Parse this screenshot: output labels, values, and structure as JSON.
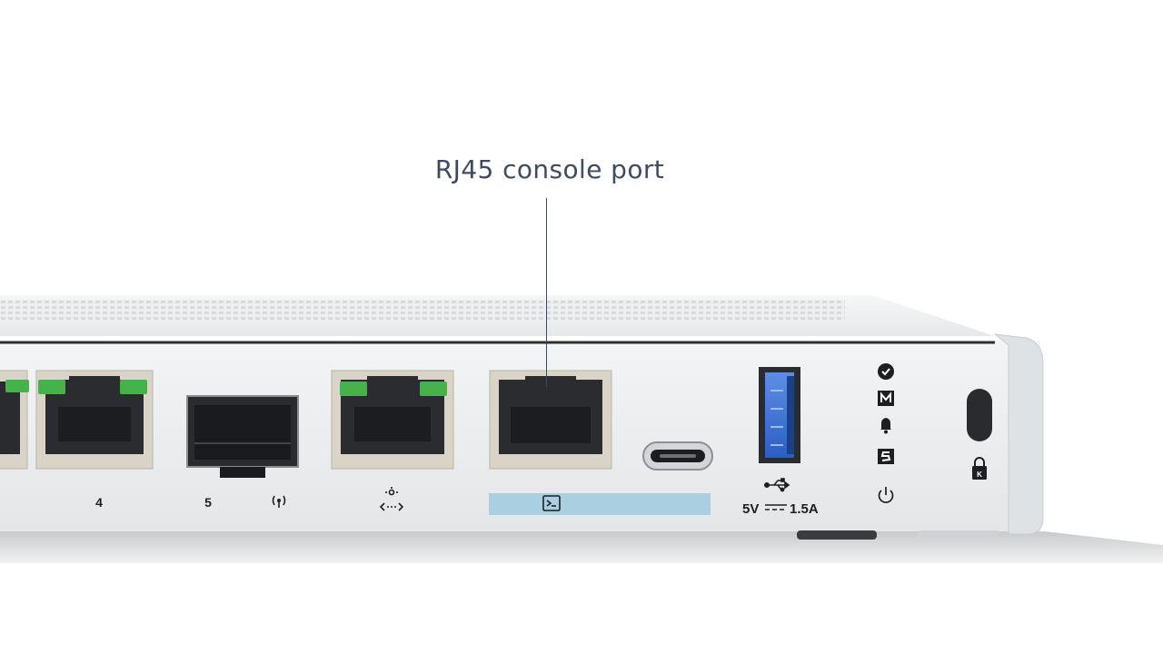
{
  "callout": {
    "label": "RJ45 console port"
  },
  "port_labels": {
    "port_4": "4",
    "port_5": "5",
    "usb_spec_left": "5V",
    "usb_spec_right": "1.5A"
  },
  "status_indicators": [
    "check-icon",
    "management-icon",
    "alert-bell-icon",
    "system-icon",
    "power-icon"
  ],
  "colors": {
    "chassis": "#eef0f2",
    "console_highlight": "#a9cfe0",
    "callout_text": "#3f4b61",
    "usb_port_blue": "#2f6fd6",
    "led_green": "#48b24a"
  }
}
